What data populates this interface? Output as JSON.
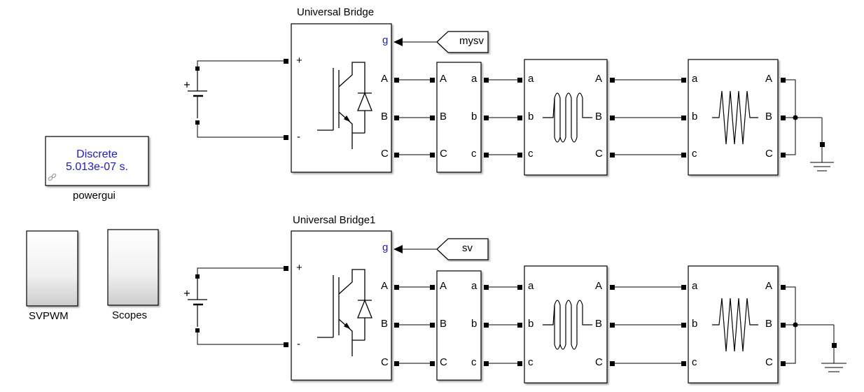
{
  "powergui": {
    "mode": "Discrete",
    "sample_time": "5.013e-07 s.",
    "label": "powergui",
    "link_icon": "link-icon"
  },
  "subsystems": {
    "svpwm_label": "SVPWM",
    "scopes_label": "Scopes"
  },
  "rows": [
    {
      "bridge_title": "Universal Bridge",
      "gate_port": "g",
      "goto_tag": "mysv",
      "dc_plus": "+",
      "dc_minus": "-",
      "bridge_outputs": [
        "A",
        "B",
        "C"
      ],
      "meas_inputs": [
        "A",
        "B",
        "C"
      ],
      "meas_outputs": [
        "a",
        "b",
        "c"
      ],
      "load_inputs": [
        "a",
        "b",
        "c"
      ],
      "load_outputs": [
        "A",
        "B",
        "C"
      ],
      "res_inputs": [
        "a",
        "b",
        "c"
      ],
      "res_outputs": [
        "A",
        "B",
        "C"
      ]
    },
    {
      "bridge_title": "Universal Bridge1",
      "gate_port": "g",
      "goto_tag": "sv",
      "dc_plus": "+",
      "dc_minus": "-",
      "bridge_outputs": [
        "A",
        "B",
        "C"
      ],
      "meas_inputs": [
        "A",
        "B",
        "C"
      ],
      "meas_outputs": [
        "a",
        "b",
        "c"
      ],
      "load_inputs": [
        "a",
        "b",
        "c"
      ],
      "load_outputs": [
        "A",
        "B",
        "C"
      ],
      "res_inputs": [
        "a",
        "b",
        "c"
      ],
      "res_outputs": [
        "A",
        "B",
        "C"
      ]
    }
  ],
  "colors": {
    "port_label_blue": "#1a1ad6",
    "line": "#000000"
  }
}
